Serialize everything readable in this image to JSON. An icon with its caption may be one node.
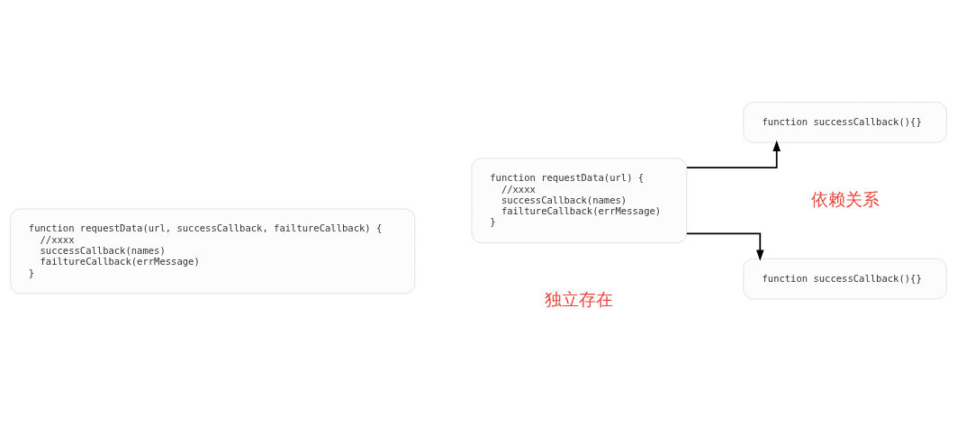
{
  "diagram": {
    "nodes": [
      {
        "text": [
          "function requestData(url, successCallback, failtureCallback) {",
          "//xxxx",
          "successCallback(names)",
          "failtureCallback(errMessage)",
          "}"
        ]
      },
      {
        "text": [
          "function requestData(url) {",
          "//xxxx",
          "successCallback(names)",
          "failtureCallback(errMessage)",
          "}"
        ]
      },
      {
        "text": [
          "function successCallback(){}"
        ]
      },
      {
        "text": [
          "function successCallback(){}"
        ]
      }
    ],
    "edges": [
      {
        "from": 1,
        "to": 2,
        "arrow": "to"
      },
      {
        "from": 1,
        "to": 3,
        "arrow": "to"
      }
    ],
    "labels": [
      "独立存在",
      "依赖关系"
    ]
  }
}
